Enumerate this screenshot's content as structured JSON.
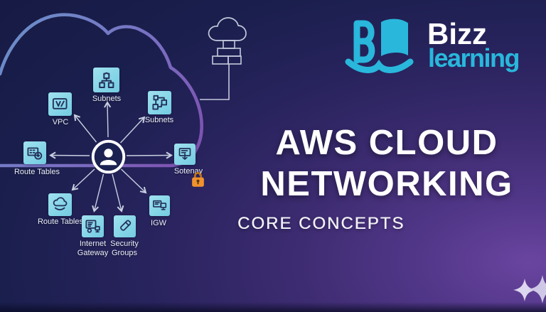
{
  "brand": {
    "name_line1": "Bizz",
    "name_line2": "learning",
    "accent_color": "#29b7dc",
    "icon": "open-book-icon"
  },
  "title": {
    "line1": "AWS CLOUD",
    "line2": "NETWORKING",
    "subtitle": "CORE CONCEPTS"
  },
  "diagram": {
    "center_icon": "user-icon",
    "external": {
      "icon": "cloud-outline-icon",
      "stack_icon": "network-stack-icon"
    },
    "badge_icon": "lock-icon",
    "nodes": [
      {
        "id": "subnets-top",
        "label": "Subnets",
        "icon": "subnets-icon"
      },
      {
        "id": "vpc",
        "label": "VPC",
        "icon": "vpc-icon"
      },
      {
        "id": "subnets-right",
        "label": "Subnets",
        "icon": "subnet-graph-icon"
      },
      {
        "id": "route-tables-left",
        "label": "Route Tables",
        "icon": "route-table-icon"
      },
      {
        "id": "gateway-right",
        "label": "Sotenay",
        "icon": "gateway-icon"
      },
      {
        "id": "route-tables-bottom",
        "label": "Route Tables",
        "icon": "cloud-route-icon"
      },
      {
        "id": "internet-gateway",
        "label": "Internet Gateway",
        "icon": "internet-gateway-icon"
      },
      {
        "id": "security-groups",
        "label": "Security Groups",
        "icon": "security-groups-icon"
      },
      {
        "id": "igw",
        "label": "IGW",
        "icon": "igw-icon"
      }
    ],
    "colors": {
      "tile": "#8bd8e9",
      "glyph": "#23305a",
      "cloud_stroke_blue": "#6b8ec9",
      "cloud_stroke_purple": "#7d4fae",
      "arrow": "#c9d0e2",
      "lock": "#f0922d"
    }
  },
  "background": {
    "top_left": "#161a44",
    "bottom_right": "#5e3c92"
  },
  "decor": {
    "sparkle_icon": "sparkle-icon",
    "sparkle_color": "#d9d3ec"
  }
}
